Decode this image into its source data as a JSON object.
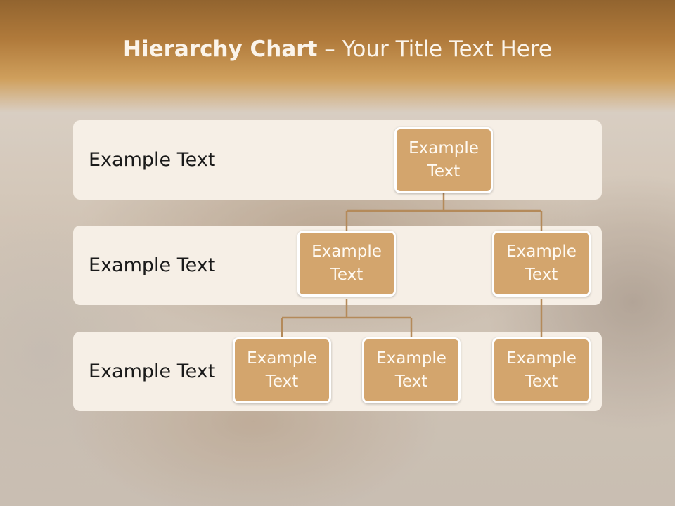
{
  "title": {
    "bold_part": "Hierarchy Chart",
    "rest_part": " – Your Title Text Here"
  },
  "levels": [
    {
      "label": "Example Text"
    },
    {
      "label": "Example Text"
    },
    {
      "label": "Example Text"
    }
  ],
  "nodes": {
    "root": "Example Text",
    "level2_left": "Example Text",
    "level2_right": "Example Text",
    "level3_left": "Example Text",
    "level3_middle": "Example Text",
    "level3_right": "Example Text"
  },
  "colors": {
    "title_band": "#b07a3b",
    "node_fill": "#d3a56d",
    "node_border": "#ffffff",
    "band_fill": "#f6efe6",
    "connector": "#b48a5a"
  }
}
